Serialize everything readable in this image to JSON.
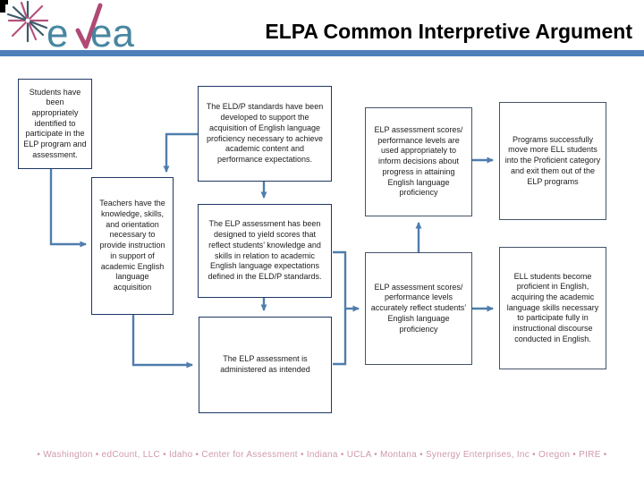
{
  "slide": {
    "logo": {
      "brand": "evea"
    },
    "title": "ELPA Common Interpretive Argument",
    "footer": "• Washington • edCount, LLC • Idaho • Center for Assessment • Indiana • UCLA • Montana • Synergy Enterprises, Inc • Oregon • PIRE •"
  },
  "flowchart": {
    "boxes": [
      {
        "id": "students-identified",
        "text": "Students have been appropriately identified to participate in the ELP program and assessment."
      },
      {
        "id": "teachers-knowledge",
        "text": "Teachers have the knowledge, skills, and orientation necessary to provide instruction in support of academic English language acquisition"
      },
      {
        "id": "eldp-standards",
        "text": "The ELD/P standards have been developed to support the acquisition of English language proficiency necessary to achieve academic content and performance expectations."
      },
      {
        "id": "assessment-designed",
        "text": "The ELP assessment has been designed to yield scores that reflect students’ knowledge and skills in relation to academic English language expectations defined in the ELD/P standards."
      },
      {
        "id": "assessment-administered",
        "text": "The ELP assessment is administered as intended"
      },
      {
        "id": "scores-used",
        "text": "ELP assessment scores/ performance levels are used appropriately to inform decisions about progress in attaining English language proficiency"
      },
      {
        "id": "scores-accurate",
        "text": "ELP assessment scores/ performance levels accurately reflect students’ English language proficiency"
      },
      {
        "id": "programs-move",
        "text": "Programs successfully move more ELL students into the Proficient category and exit them out of the ELP programs"
      },
      {
        "id": "students-proficient",
        "text": "ELL students become proficient in English, acquiring the academic language skills necessary to participate fully in instructional discourse conducted in English."
      }
    ]
  },
  "colors": {
    "accent_bar": "#4e7fba",
    "connector": "#4f7dad",
    "box_border": "#1f3864",
    "title_text": "#000000",
    "footer_text": "#cf9aab",
    "logo_teal": "#4886a0",
    "logo_pink": "#b04a74"
  }
}
